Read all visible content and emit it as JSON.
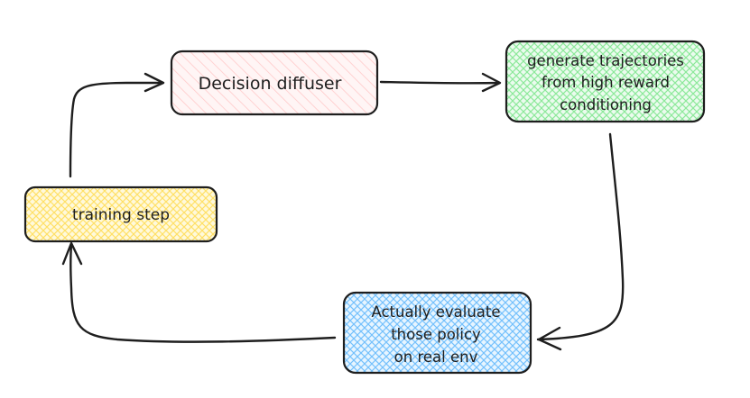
{
  "diagram": {
    "nodes": [
      {
        "id": "decision-diffuser",
        "lines": [
          "Decision diffuser"
        ],
        "fill": "#ffc9c9",
        "hatch": "diagonal"
      },
      {
        "id": "generate-trajectories",
        "lines": [
          "generate trajectories",
          "from high reward",
          "conditioning"
        ],
        "fill": "#b2f2bb",
        "hatch": "cross"
      },
      {
        "id": "evaluate-policy",
        "lines": [
          "Actually evaluate",
          "those policy",
          "on real env"
        ],
        "fill": "#a5d8ff",
        "hatch": "cross"
      },
      {
        "id": "training-step",
        "lines": [
          "training step"
        ],
        "fill": "#ffec99",
        "hatch": "cross"
      }
    ],
    "edges": [
      {
        "from": "decision-diffuser",
        "to": "generate-trajectories"
      },
      {
        "from": "generate-trajectories",
        "to": "evaluate-policy"
      },
      {
        "from": "evaluate-policy",
        "to": "training-step"
      },
      {
        "from": "training-step",
        "to": "decision-diffuser"
      }
    ],
    "stroke_color": "#1e1e1e"
  }
}
